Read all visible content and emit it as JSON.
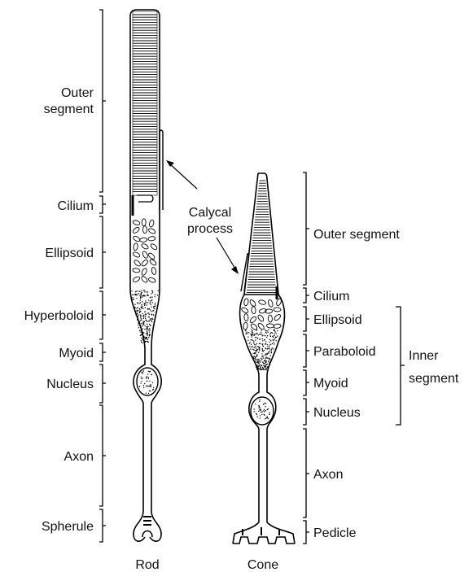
{
  "rod": {
    "name": "Rod",
    "labels": {
      "outer_segment": [
        "Outer",
        "segment"
      ],
      "cilium": "Cilium",
      "ellipsoid": "Ellipsoid",
      "hyperboloid": "Hyperboloid",
      "myoid": "Myoid",
      "nucleus": "Nucleus",
      "axon": "Axon",
      "spherule": "Spherule"
    }
  },
  "cone": {
    "name": "Cone",
    "labels": {
      "outer_segment": "Outer segment",
      "cilium": "Cilium",
      "ellipsoid": "Ellipsoid",
      "paraboloid": "Paraboloid",
      "myoid": "Myoid",
      "nucleus": "Nucleus",
      "axon": "Axon",
      "pedicle": "Pedicle"
    }
  },
  "shared": {
    "calycal_process": [
      "Calycal",
      "process"
    ],
    "inner_segment": [
      "Inner",
      "segment"
    ]
  }
}
